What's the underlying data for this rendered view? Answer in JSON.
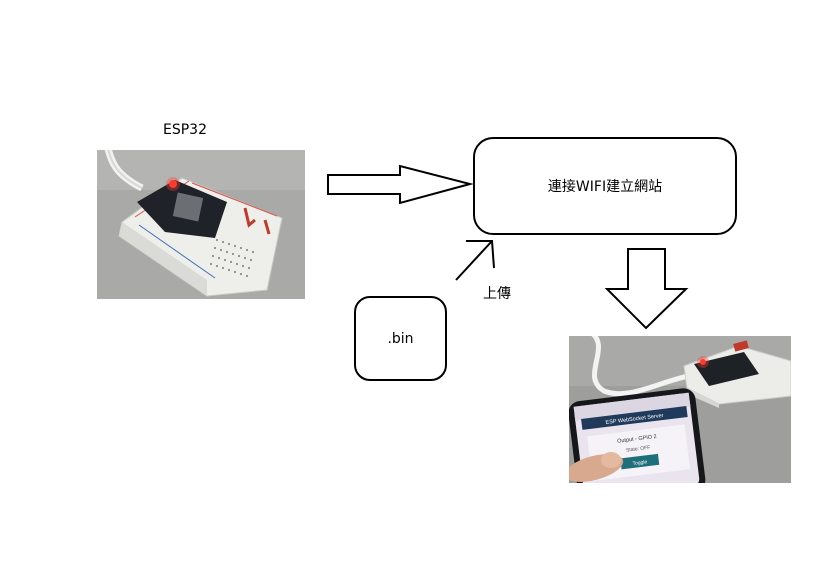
{
  "labels": {
    "esp32": "ESP32",
    "upload": "上傳"
  },
  "boxes": {
    "wifi": "連接WIFI建立網站",
    "bin": ".bin"
  },
  "photo_ui": {
    "title": "ESP WebSocket Server",
    "output": "Output - GPIO 2",
    "state": "State: OFF",
    "toggle": "Toggle"
  }
}
